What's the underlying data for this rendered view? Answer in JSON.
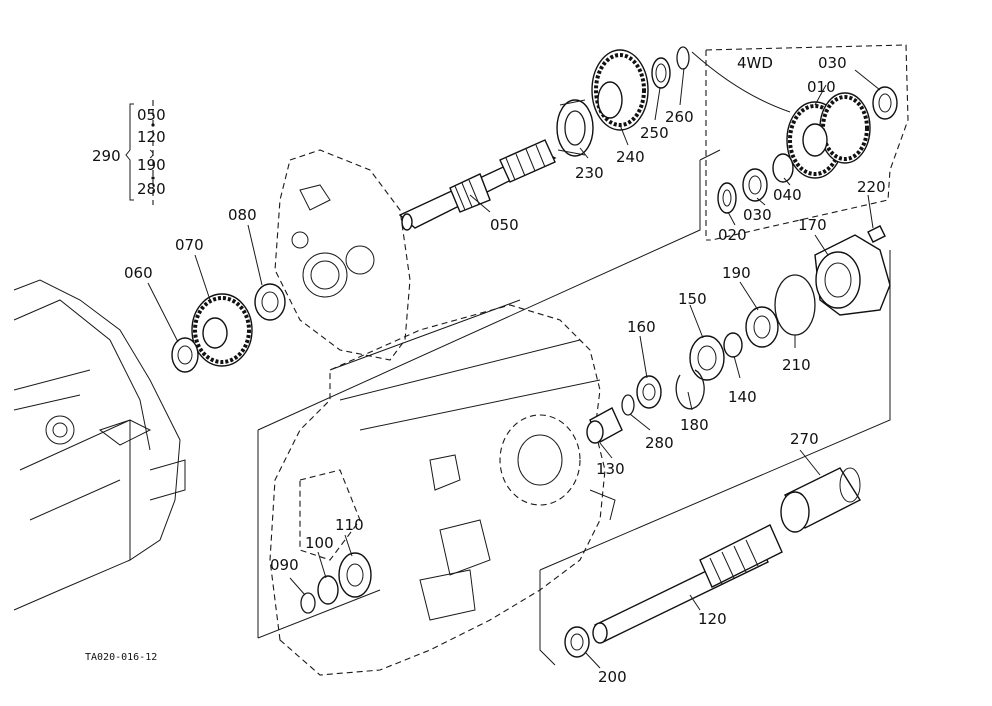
{
  "diagram": {
    "code": "TA020-016-12",
    "box_label": "4WD",
    "range_group": {
      "label": "290",
      "items": [
        "050",
        "120",
        "190",
        "280"
      ]
    },
    "labels": [
      {
        "id": "p010",
        "text": "010"
      },
      {
        "id": "p020",
        "text": "020"
      },
      {
        "id": "p030a",
        "text": "030"
      },
      {
        "id": "p030b",
        "text": "030"
      },
      {
        "id": "p040",
        "text": "040"
      },
      {
        "id": "p050",
        "text": "050"
      },
      {
        "id": "p060",
        "text": "060"
      },
      {
        "id": "p070",
        "text": "070"
      },
      {
        "id": "p080",
        "text": "080"
      },
      {
        "id": "p090",
        "text": "090"
      },
      {
        "id": "p100",
        "text": "100"
      },
      {
        "id": "p110",
        "text": "110"
      },
      {
        "id": "p120",
        "text": "120"
      },
      {
        "id": "p130",
        "text": "130"
      },
      {
        "id": "p140",
        "text": "140"
      },
      {
        "id": "p150",
        "text": "150"
      },
      {
        "id": "p160",
        "text": "160"
      },
      {
        "id": "p170",
        "text": "170"
      },
      {
        "id": "p180",
        "text": "180"
      },
      {
        "id": "p190",
        "text": "190"
      },
      {
        "id": "p200",
        "text": "200"
      },
      {
        "id": "p210",
        "text": "210"
      },
      {
        "id": "p220",
        "text": "220"
      },
      {
        "id": "p230",
        "text": "230"
      },
      {
        "id": "p240",
        "text": "240"
      },
      {
        "id": "p250",
        "text": "250"
      },
      {
        "id": "p260",
        "text": "260"
      },
      {
        "id": "p270",
        "text": "270"
      },
      {
        "id": "p280",
        "text": "280"
      }
    ]
  }
}
